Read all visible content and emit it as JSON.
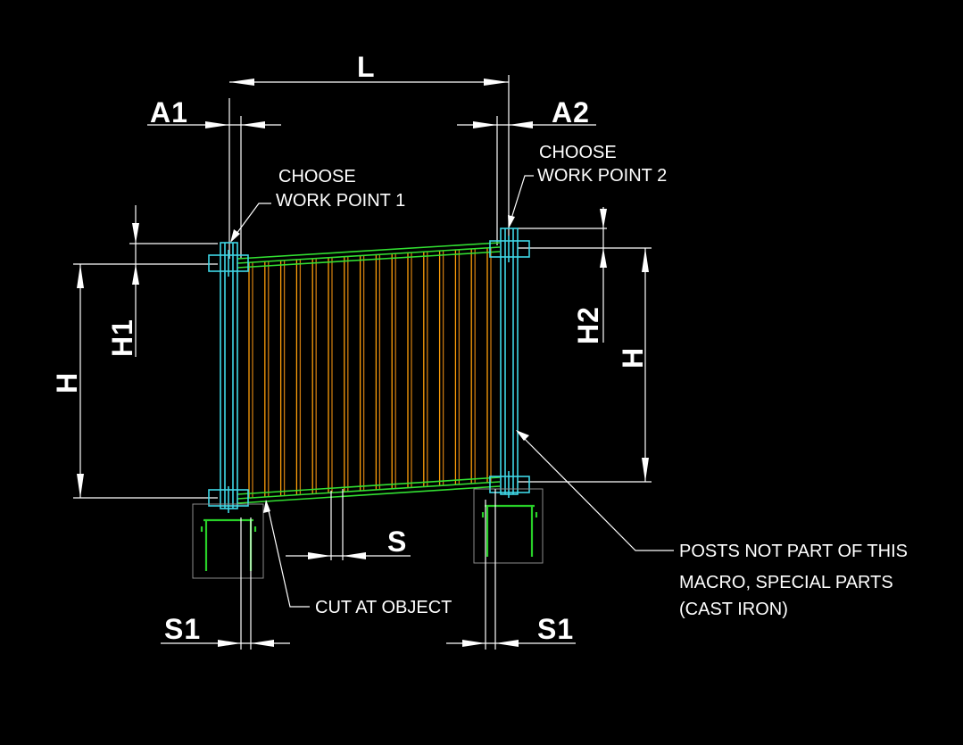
{
  "dimensions": {
    "L": "L",
    "A1": "A1",
    "A2": "A2",
    "H_left": "H",
    "H_right": "H",
    "H1": "H1",
    "H2": "H2",
    "S": "S",
    "S1_left": "S1",
    "S1_right": "S1"
  },
  "notes": {
    "wp1_line1": "CHOOSE",
    "wp1_line2": "WORK POINT 1",
    "wp2_line1": "CHOOSE",
    "wp2_line2": "WORK POINT 2",
    "cut": "CUT AT OBJECT",
    "posts_line1": "POSTS NOT PART OF THIS",
    "posts_line2": "MACRO, SPECIAL PARTS",
    "posts_line3": "(CAST IRON)"
  },
  "colors": {
    "background": "#000000",
    "post": "#3fd7e6",
    "bar": "#ff9f0a",
    "rail": "#32e032",
    "dimension": "#ffffff",
    "base_plate": "#8c8c8c"
  }
}
